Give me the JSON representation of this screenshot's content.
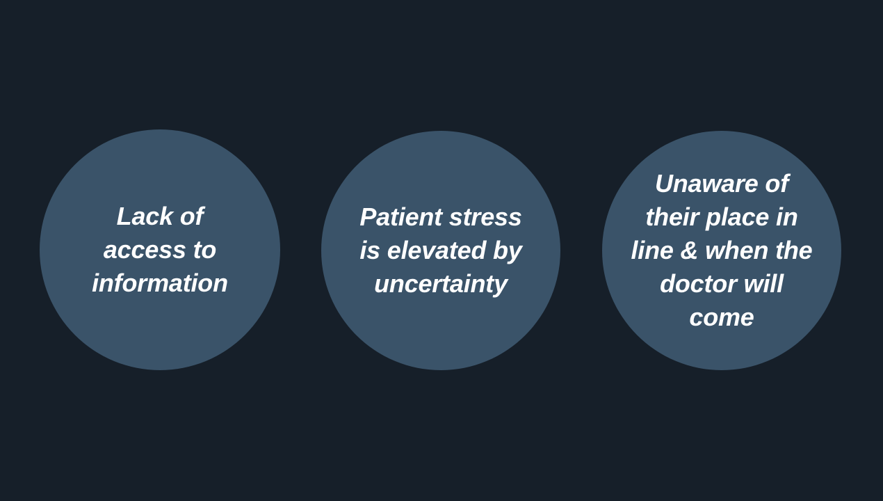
{
  "slide": {
    "background_color": "#161f29",
    "circle_color": "#3a5369",
    "text_color": "#ffffff",
    "circles": [
      {
        "name": "lack-of-access-to-information",
        "text": "Lack of\naccess to\ninformation",
        "lines": [
          "Lack of",
          "access to",
          "information"
        ]
      },
      {
        "name": "patient-stress-elevated-by-uncertainty",
        "text": "Patient stress\nis elevated by\nuncertainty",
        "lines": [
          "Patient stress",
          "is elevated by",
          "uncertainty"
        ]
      },
      {
        "name": "unaware-of-place-in-line",
        "text": "Unaware of\ntheir place in\nline & when the\ndoctor will\ncome",
        "lines": [
          "Unaware of",
          "their place in",
          "line & when the",
          "doctor will",
          "come"
        ]
      }
    ]
  }
}
